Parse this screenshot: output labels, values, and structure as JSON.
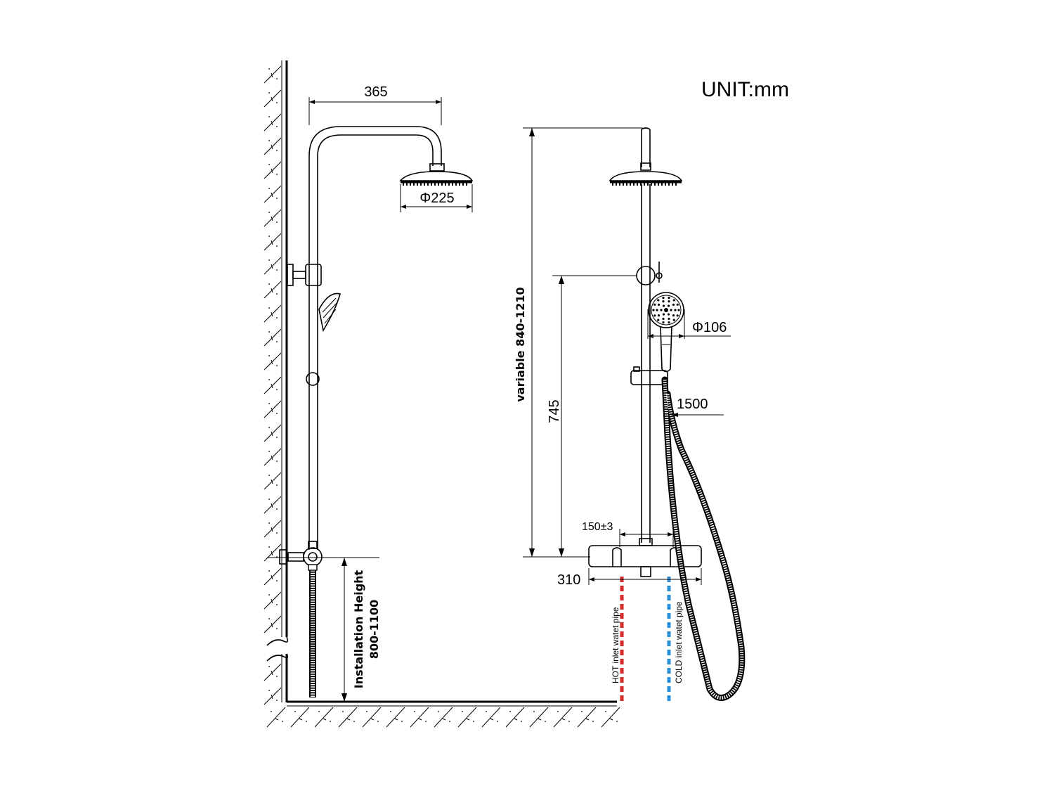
{
  "unit_label": "UNIT:mm",
  "dimensions": {
    "arm_reach": "365",
    "head_diameter": "Φ225",
    "hand_diameter": "Φ106",
    "hose_length": "1500",
    "variable_height": "variable 840-1210",
    "rail_height": "745",
    "inlet_spacing": "150±3",
    "valve_width": "310"
  },
  "labels": {
    "installation_line1": "Installation Height",
    "installation_line2": "800-1100",
    "hot_pipe": "HOT inlet watet pipe",
    "cold_pipe": "COLD inlet watet pipe"
  },
  "colors": {
    "hot": "#d62b2b",
    "cold": "#2b8fd6",
    "line": "#000000"
  }
}
